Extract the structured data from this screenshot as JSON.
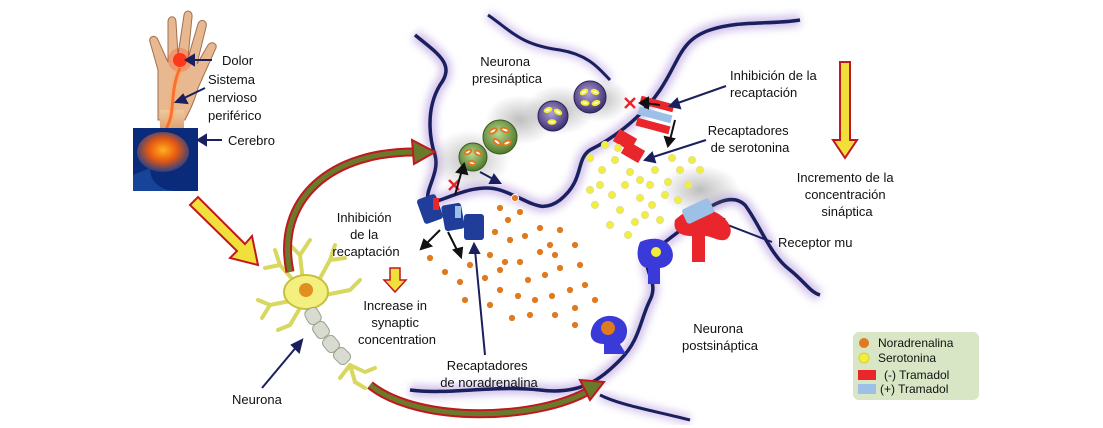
{
  "labels": {
    "dolor": "Dolor",
    "sistema_nervioso": [
      "Sistema",
      "nervioso",
      "periférico"
    ],
    "cerebro": "Cerebro",
    "neurona": "Neurona",
    "neurona_presinaptica": [
      "Neurona",
      "presináptica"
    ],
    "neurona_postsinaptica": [
      "Neurona",
      "postsináptica"
    ],
    "inhibicion_left": [
      "Inhibición",
      "de la",
      "recaptación"
    ],
    "increase": [
      "Increase in",
      "synaptic",
      "concentration"
    ],
    "recaptadores_noradrenalina": [
      "Recaptadores",
      "de noradrenalina"
    ],
    "inhibicion_right": [
      "Inhibición de la",
      "recaptación"
    ],
    "recaptadores_serotonina": [
      "Recaptadores",
      "de serotonina"
    ],
    "incremento": [
      "Incremento de la",
      "concentración",
      "sináptica"
    ],
    "receptor_mu": "Receptor mu"
  },
  "legend": {
    "items": [
      {
        "label": "Noradrenalina",
        "symbol": "orange-dot",
        "color": "#e07a1f"
      },
      {
        "label": "Serotonina",
        "symbol": "yellow-dot",
        "color": "#f2ee3a"
      },
      {
        "label": "(-) Tramadol",
        "symbol": "red-rect",
        "color": "#e8262b"
      },
      {
        "label": "(+) Tramadol",
        "symbol": "blue-rect",
        "color": "#9cc0e6"
      }
    ],
    "background": "#d9e6c5"
  },
  "colors": {
    "membrane": "#1a1f5e",
    "membrane_glow": "#c8b4e6",
    "arrow_outline": "#c0181e",
    "arrow_fill": "#f2e03a",
    "noradrenaline": "#e07a1f",
    "serotonin": "#f2ee3a",
    "transporter_blue": "#1f3d99",
    "transporter_red": "#e8262b",
    "receptor_blue": "#3a3ad9"
  },
  "icons": {
    "hand": "hand-icon",
    "brain": "brain-head-icon",
    "neuron": "neuron-cell-icon",
    "blocked": "x-mark-icon"
  }
}
